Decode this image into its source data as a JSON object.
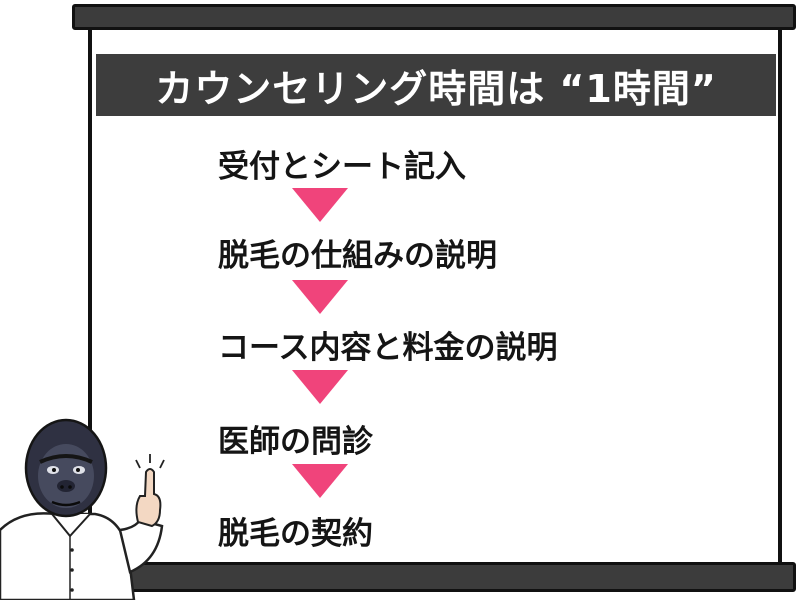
{
  "title": "カウンセリング時間は “1時間”",
  "steps": [
    "受付とシート記入",
    "脱毛の仕組みの説明",
    "コース内容と料金の説明",
    "医師の問診",
    "脱毛の契約"
  ],
  "colors": {
    "title_bar": "#3d3d3d",
    "title_text": "#ffffff",
    "arrow": "#f0447b",
    "screen_frame": "#3c3c3c",
    "step_text": "#151515"
  },
  "icons": {
    "arrow": "down-triangle-icon",
    "character": "gorilla-presenter-illustration"
  }
}
